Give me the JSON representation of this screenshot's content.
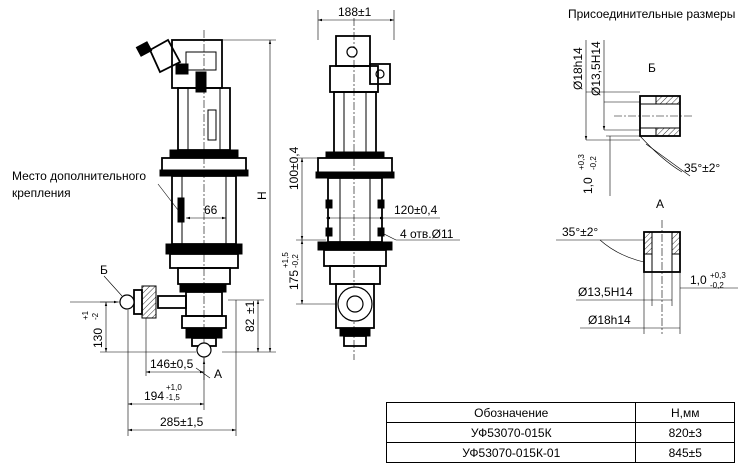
{
  "connection_title": "Присоединительные размеры",
  "labels": {
    "extra_mount_line1": "Место дополнительного",
    "extra_mount_line2": "крепления",
    "view_b": "Б",
    "view_a": "А",
    "view_b_detail": "Б",
    "view_a_detail": "А",
    "height_h": "H"
  },
  "dimensions": {
    "width_188": "188±1",
    "dim_100": "100±0,4",
    "dim_120": "120±0,4",
    "holes": "4 отв.Ø11",
    "dim_66": "66",
    "dim_175": "175",
    "dim_175_tol_up": "+1,5",
    "dim_175_tol_dn": "-0,2",
    "dim_130": "130",
    "dim_130_tol_up": "+1",
    "dim_130_tol_dn": "-2",
    "dim_82": "82",
    "dim_82_tol": "±1",
    "dim_146": "146±0,5",
    "dim_194": "194",
    "dim_194_tol_up": "+1,0",
    "dim_194_tol_dn": "-1,5",
    "dim_285": "285±1,5",
    "b_d18": "Ø18h14",
    "b_d13": "Ø13,5H14",
    "b_len": "1,0",
    "b_len_tol_up": "+0,3",
    "b_len_tol_dn": "-0,2",
    "b_angle": "35°±2°",
    "a_angle": "35°±2°",
    "a_d13": "Ø13,5H14",
    "a_len": "1,0",
    "a_len_tol_up": "+0,3",
    "a_len_tol_dn": "-0,2",
    "a_d18": "Ø18h14"
  },
  "spec_table": {
    "headers": [
      "Обозначение",
      "H,мм"
    ],
    "rows": [
      [
        "УФ53070-015К",
        "820±3"
      ],
      [
        "УФ53070-015К-01",
        "845±5"
      ]
    ]
  }
}
